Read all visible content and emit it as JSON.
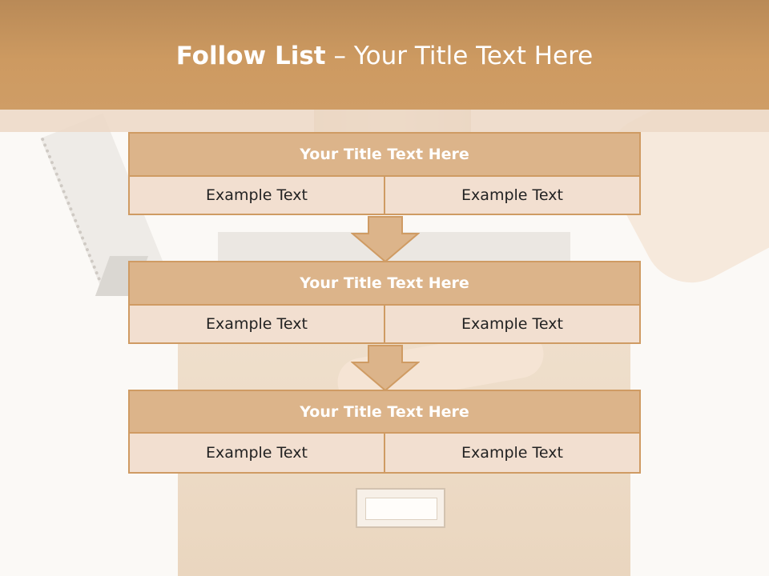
{
  "header": {
    "title_bold": "Follow List",
    "title_rest": " – Your Title Text Here"
  },
  "steps": [
    {
      "title": "Your Title Text Here",
      "left": "Example Text",
      "right": "Example Text"
    },
    {
      "title": "Your Title Text Here",
      "left": "Example Text",
      "right": "Example Text"
    },
    {
      "title": "Your Title Text Here",
      "left": "Example Text",
      "right": "Example Text"
    }
  ],
  "colors": {
    "header": "#cd9a61",
    "box_title": "#dcb48a",
    "box_cell": "#f2dfd0",
    "border": "#cf9b63"
  }
}
